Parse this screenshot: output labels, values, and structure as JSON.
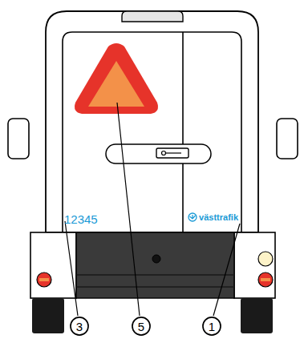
{
  "diagram": {
    "nodes": [
      {
        "text": [
          "3"
        ]
      },
      {
        "text": [
          "5"
        ]
      },
      {
        "text": [
          "1"
        ]
      }
    ],
    "labels": [
      "12345",
      "västtrafik"
    ]
  }
}
